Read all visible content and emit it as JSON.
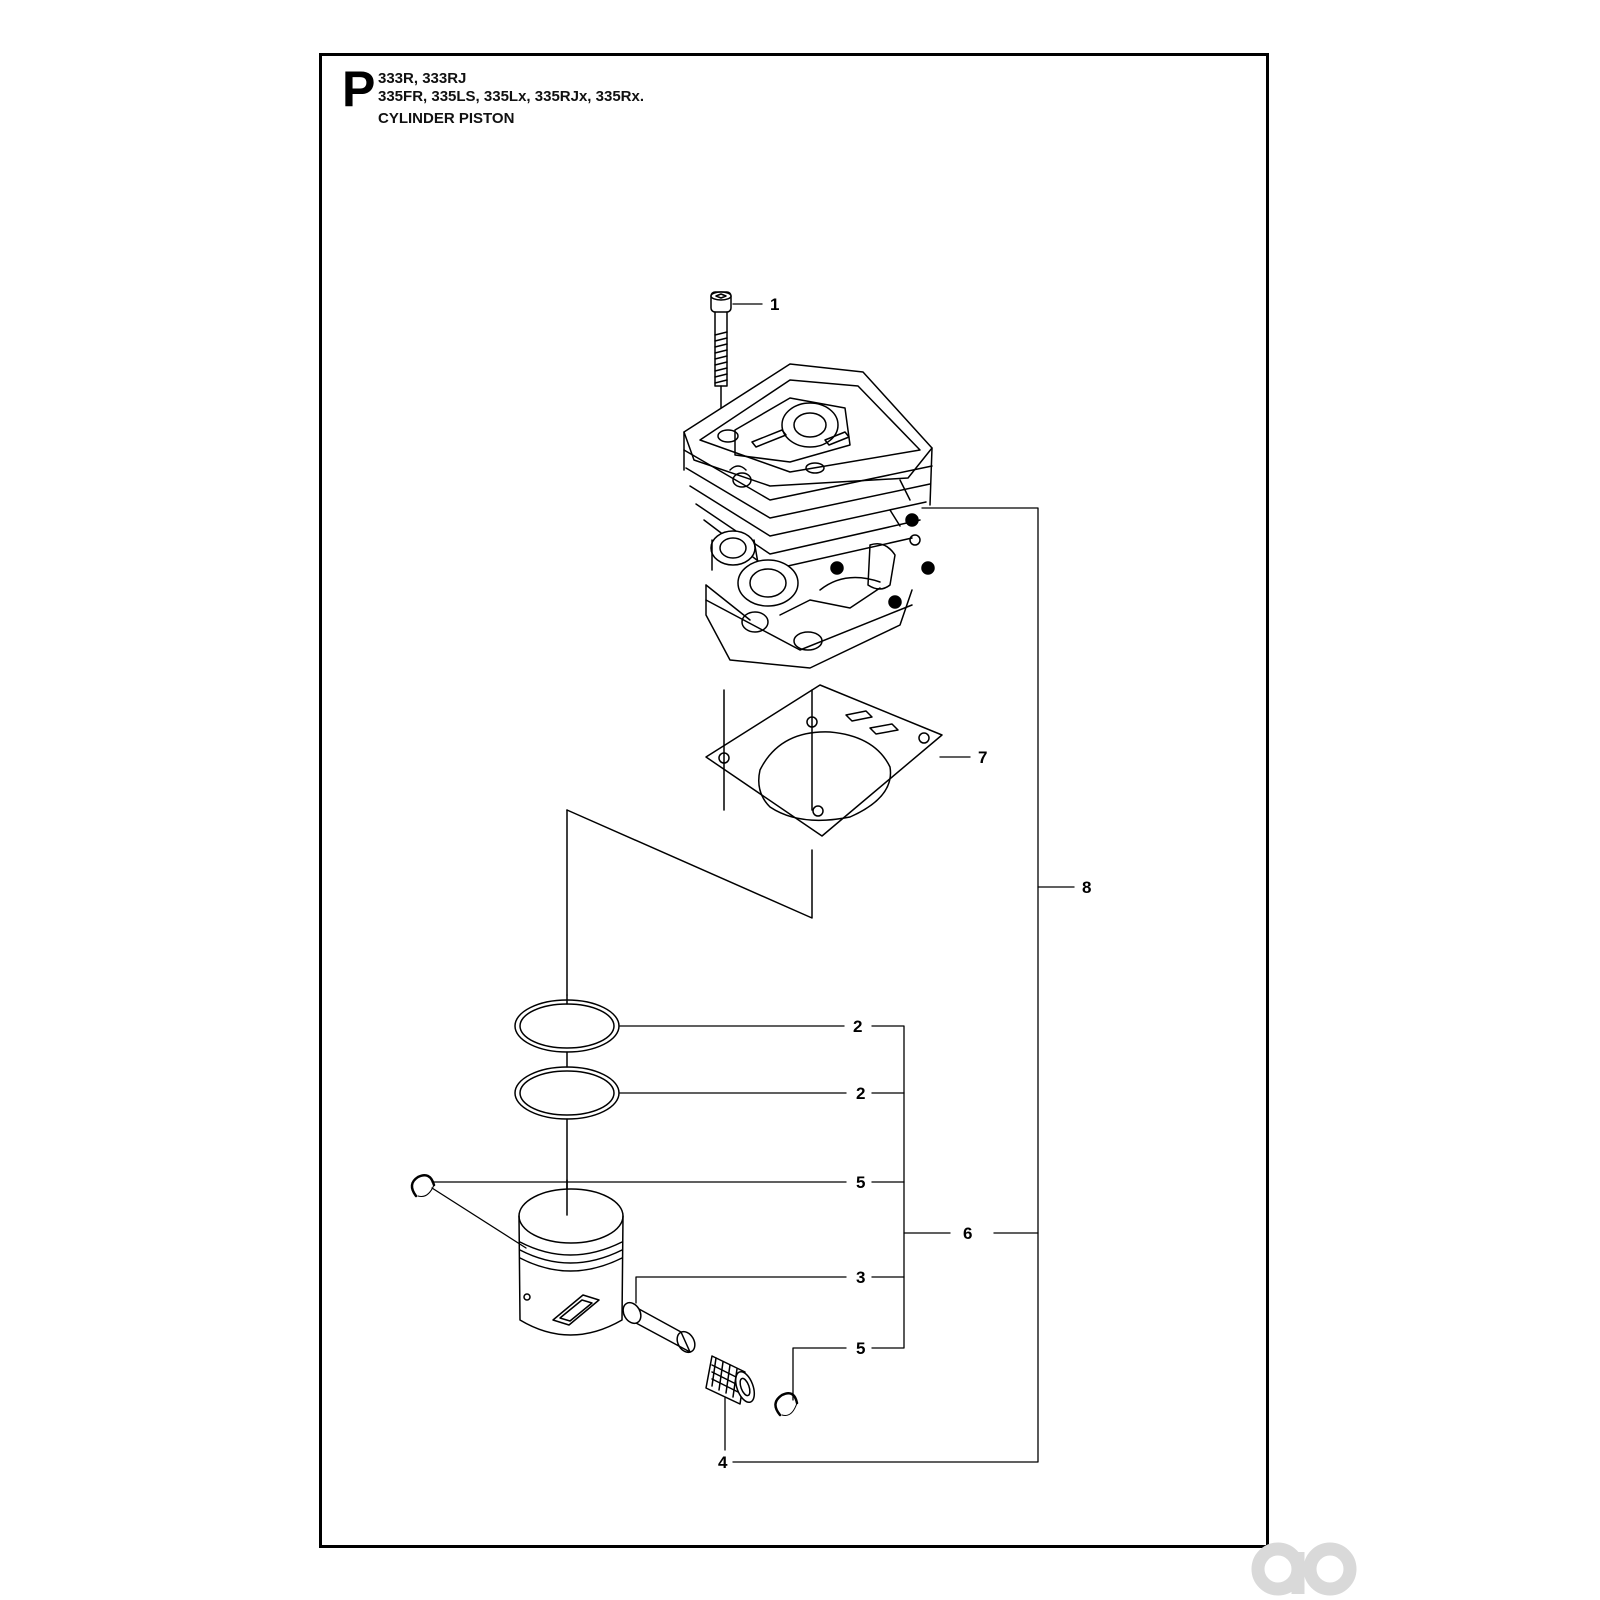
{
  "header": {
    "section_letter": "P",
    "models_line1": "333R, 333RJ",
    "models_line2": "335FR, 335LS, 335Lx, 335RJx, 335Rx.",
    "title": "CYLINDER PISTON"
  },
  "callouts": [
    {
      "id": "1",
      "label": "1",
      "part": "screw"
    },
    {
      "id": "2a",
      "label": "2",
      "part": "piston ring"
    },
    {
      "id": "2b",
      "label": "2",
      "part": "piston ring"
    },
    {
      "id": "3",
      "label": "3",
      "part": "piston pin"
    },
    {
      "id": "4",
      "label": "4",
      "part": "needle bearing"
    },
    {
      "id": "5a",
      "label": "5",
      "part": "circlip"
    },
    {
      "id": "5b",
      "label": "5",
      "part": "circlip"
    },
    {
      "id": "6",
      "label": "6",
      "part": "piston kit"
    },
    {
      "id": "7",
      "label": "7",
      "part": "cylinder gasket"
    },
    {
      "id": "8",
      "label": "8",
      "part": "cylinder kit"
    }
  ],
  "colors": {
    "line": "#000000",
    "watermark": "#d9d9d9"
  },
  "icons": {
    "watermark": "ao-logo-icon"
  }
}
